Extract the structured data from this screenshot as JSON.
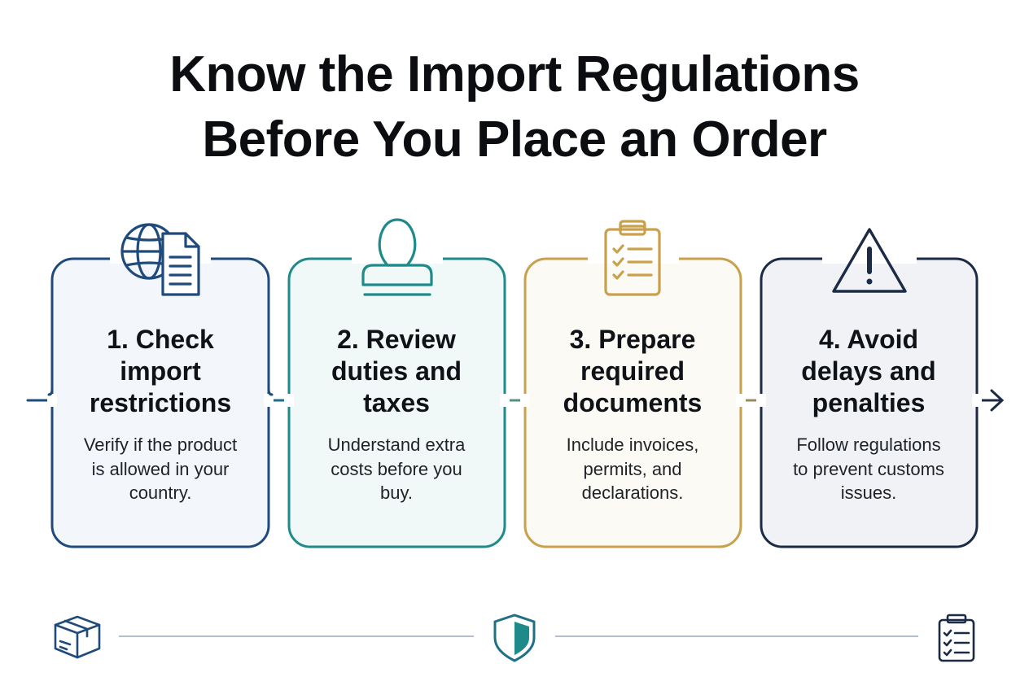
{
  "title": {
    "line1": "Know the Import Regulations",
    "line2": "Before You Place an Order"
  },
  "steps": [
    {
      "title_lines": [
        "1. Check",
        "import",
        "restrictions"
      ],
      "body_lines": [
        "Verify if the product",
        "is allowed in your",
        "country."
      ],
      "icon": "globe-document-icon",
      "accent": "#1f4a7c",
      "fill": "#f3f6fa"
    },
    {
      "title_lines": [
        "2. Review",
        "duties and",
        "taxes"
      ],
      "body_lines": [
        "Understand extra",
        "costs before you",
        "buy."
      ],
      "icon": "stamp-icon",
      "accent": "#1f8a8a",
      "fill": "#f1f8f8"
    },
    {
      "title_lines": [
        "3. Prepare",
        "required",
        "documents"
      ],
      "body_lines": [
        "Include invoices,",
        "permits, and",
        "declarations."
      ],
      "icon": "clipboard-checklist-icon",
      "accent": "#c9a04c",
      "fill": "#fcfaf4"
    },
    {
      "title_lines": [
        "4. Avoid",
        "delays and",
        "penalties"
      ],
      "body_lines": [
        "Follow regulations",
        "to prevent customs",
        "issues."
      ],
      "icon": "warning-icon",
      "accent": "#1c2b45",
      "fill": "#f0f2f6"
    }
  ],
  "footer_icons": [
    "package-icon",
    "shield-icon",
    "checklist-icon"
  ],
  "colors": {
    "navy": "#1f4a7c",
    "teal": "#1f8a8a",
    "gold": "#c9a04c",
    "dark_navy": "#1c2b45",
    "connector": "#7d8fa8"
  }
}
